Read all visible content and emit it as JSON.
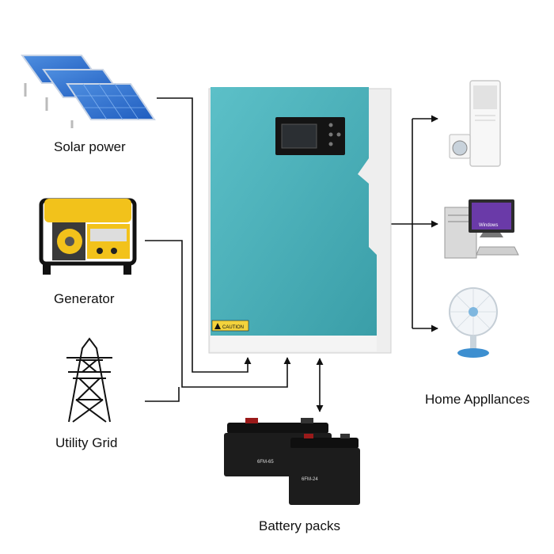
{
  "labels": {
    "solar": "Solar power",
    "generator": "Generator",
    "grid": "Utility Grid",
    "home": "Home Appllances",
    "battery": "Battery packs"
  },
  "inverter": {
    "caution": "CAUTION"
  },
  "battery_marks": {
    "large_model": "6FM-65",
    "small_model": "6FM-24"
  },
  "monitor_text": "Windows",
  "icons": [
    "solar-panel-icon",
    "generator-icon",
    "transmission-tower-icon",
    "inverter-icon",
    "battery-icon",
    "air-conditioner-icon",
    "computer-icon",
    "fan-icon"
  ],
  "colors": {
    "inverter_teal": "#4aaeb8",
    "inverter_frame": "#eeeeee",
    "line": "#111111",
    "generator_yellow": "#f2c21b",
    "battery_black": "#1c1c1c"
  }
}
